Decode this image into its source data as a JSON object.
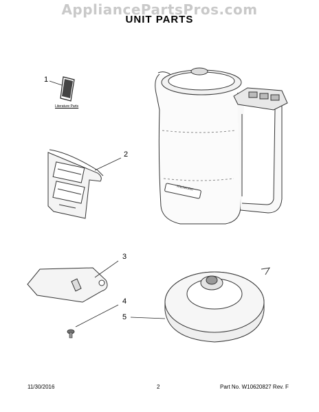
{
  "watermark": "AppliancePartsPros.com",
  "page_title": "UNIT  PARTS",
  "callouts": {
    "c1": "1",
    "c2": "2",
    "c3": "3",
    "c4": "4",
    "c5": "5"
  },
  "literature_label": "Literature Parts",
  "kettle_badge": "KitchenAid",
  "footer": {
    "date": "11/30/2016",
    "page_number": "2",
    "part_no": "Part No. W10620827  Rev. F"
  }
}
